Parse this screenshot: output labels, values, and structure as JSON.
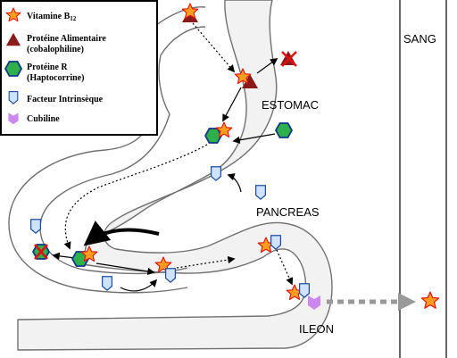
{
  "legend": {
    "vitamin_b12_main": "Vitamine B",
    "vitamin_b12_sub": "12",
    "food_protein_line1": "Protéine Alimentaire",
    "food_protein_line2": "(cobalophiline)",
    "protein_r_line1": "Protéine R",
    "protein_r_line2": "(Haptocorrine)",
    "intrinsic_factor": "Facteur Intrinsèque",
    "cubilin": "Cubiline"
  },
  "labels": {
    "blood": "SANG",
    "stomach": "ESTOMAC",
    "pancreas": "PANCREAS",
    "ileum": "ILEON"
  },
  "colors": {
    "star_fill": "#ff9d1e",
    "star_stroke": "#e01010",
    "food_protein": "#8b1a1a",
    "protein_r_fill": "#2fb04a",
    "protein_r_stroke": "#0e3a86",
    "intrinsic_factor_fill": "#cfe3ff",
    "intrinsic_factor_stroke": "#1f4fa0",
    "cubilin": "#cc88ee",
    "gut_fill": "#f2f2f2",
    "gut_stroke": "#707070",
    "transport_arrow": "#999999",
    "degradation_cross": "#e01010"
  },
  "icons": [
    "star-icon",
    "food-protein-triangle-icon",
    "protein-r-hexagon-icon",
    "intrinsic-factor-icon",
    "cubilin-icon",
    "cross-icon"
  ]
}
